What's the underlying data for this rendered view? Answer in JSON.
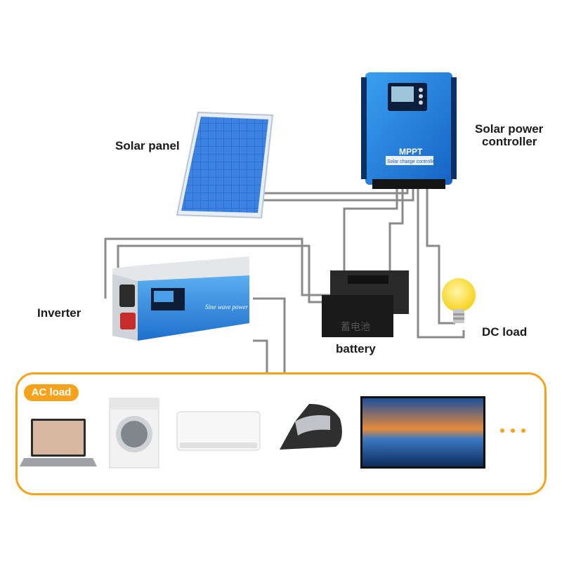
{
  "labels": {
    "solar_panel": "Solar panel",
    "controller_line1": "Solar power",
    "controller_line2": "controller",
    "inverter": "Inverter",
    "dc_load": "DC load",
    "battery": "battery",
    "ac_load": "AC load"
  },
  "device_text": {
    "mppt": "MPPT",
    "controller_caption": "Solar charge controller",
    "inverter_caption": "Sine wave power",
    "battery_characters": "蓄电池"
  },
  "colors": {
    "accent": "#f7a21b",
    "controller_blue": "#1f7fd6",
    "panel_blue": "#2d6fd0",
    "wire": "#8a8a8a"
  },
  "ac_load_devices": [
    "laptop-icon",
    "washing-machine-icon",
    "air-conditioner-icon",
    "iron-icon",
    "tv-icon"
  ]
}
